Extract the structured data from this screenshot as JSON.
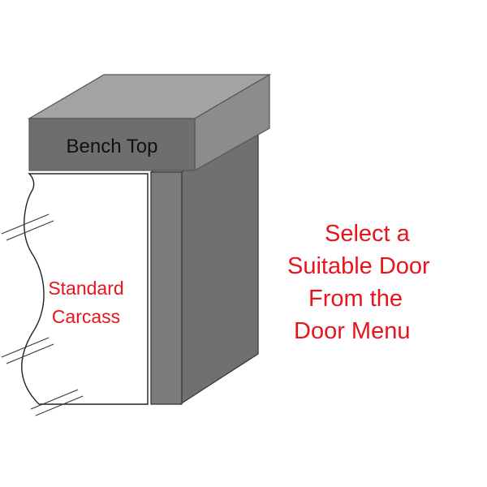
{
  "diagram": {
    "bench_top_label": "Bench Top",
    "carcass_label_line1": "Standard",
    "carcass_label_line2": "Carcass",
    "colors": {
      "bench_top_surface": "#a3a3a3",
      "bench_top_front": "#6e6e6e",
      "side_panel": "#707070",
      "door_edge": "#7b7b7b",
      "outline": "#444444",
      "label_red": "#e8141c"
    }
  },
  "instruction": {
    "line1": "Select a",
    "line2": "Suitable Door",
    "line3": "From the",
    "line4": "Door Menu"
  }
}
